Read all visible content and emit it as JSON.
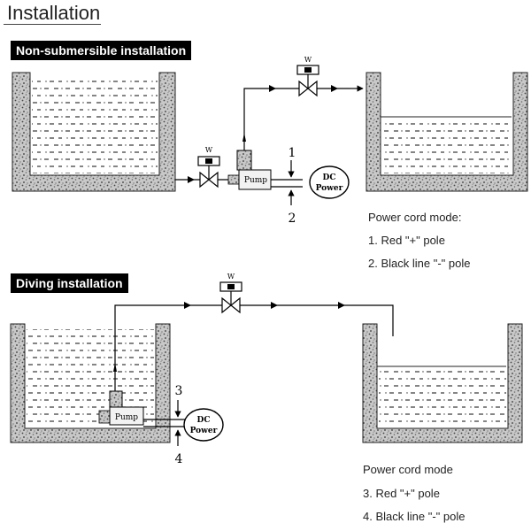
{
  "page": {
    "title": "Installation"
  },
  "top": {
    "heading": "Non-submersible installation",
    "valve_label": "W",
    "pump_label": "Pump",
    "dc_line1": "DC",
    "dc_line2": "Power",
    "marker_a": "1",
    "marker_b": "2",
    "cord_title": "Power cord mode:",
    "cord_item1": "1. Red \"+\" pole",
    "cord_item2": "2. Black line \"-\" pole"
  },
  "bottom": {
    "heading": "Diving installation",
    "valve_label": "W",
    "pump_label": "Pump",
    "dc_line1": "DC",
    "dc_line2": "Power",
    "marker_a": "3",
    "marker_b": "4",
    "cord_title": "Power cord mode",
    "cord_item1": "3. Red \"+\" pole",
    "cord_item2": "4. Black line \"-\" pole"
  }
}
